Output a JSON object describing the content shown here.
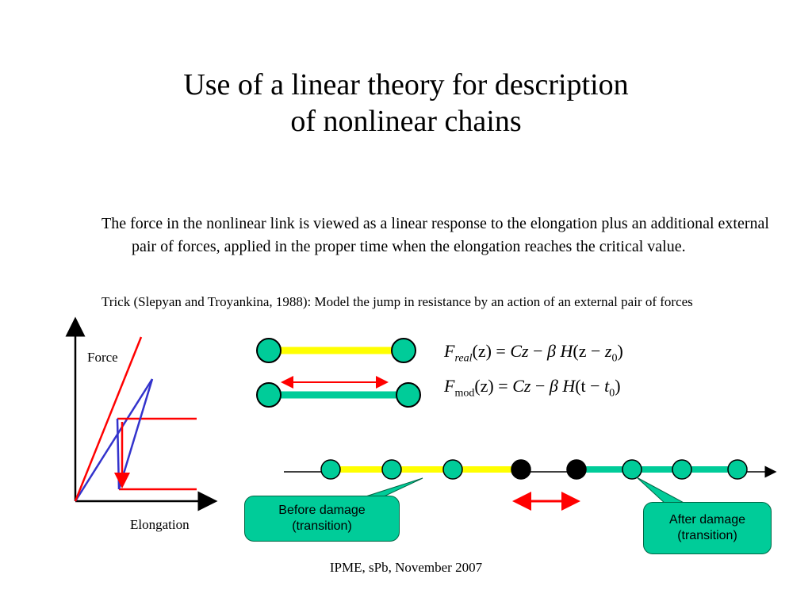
{
  "slide": {
    "title_line1": "Use of a linear theory for description",
    "title_line2": "of nonlinear chains",
    "paragraph1": "The force in the nonlinear link is viewed as a linear response to the elongation plus an additional external pair of forces, applied in the proper time when the elongation reaches the critical value.",
    "paragraph2": "Trick (Slepyan and Troyankina, 1988): Model the jump in resistance by an action of an external pair of forces",
    "footer": "IPME, sPb, November 2007"
  },
  "graph": {
    "ylabel": "Force",
    "xlabel": "Elongation"
  },
  "equations": {
    "F_real": {
      "F": "F",
      "sub": "real",
      "arg": "(z)",
      "eq": "=",
      "rhs1": "Cz",
      "minus": "−",
      "beta": "β",
      "H": "H",
      "hArg_open": "(z",
      "hArg_minus": "−",
      "hArg_var": "z",
      "hArg_sub": "0",
      "hArg_close": ")"
    },
    "F_mod": {
      "F": "F",
      "sub": "mod",
      "arg": "(z)",
      "eq": "=",
      "rhs1": "Cz",
      "minus": "−",
      "beta": "β",
      "H": "H",
      "hArg_open": "(t",
      "hArg_minus": "−",
      "hArg_var": "t",
      "hArg_sub": "0",
      "hArg_close": ")"
    }
  },
  "callouts": {
    "before": "Before damage (transition)",
    "after": "After damage (transition)"
  },
  "colors": {
    "yellow_link": "#ffff00",
    "green_link": "#00cc99",
    "node_green": "#00cc99",
    "red": "#ff0000",
    "blue": "#3333cc"
  }
}
